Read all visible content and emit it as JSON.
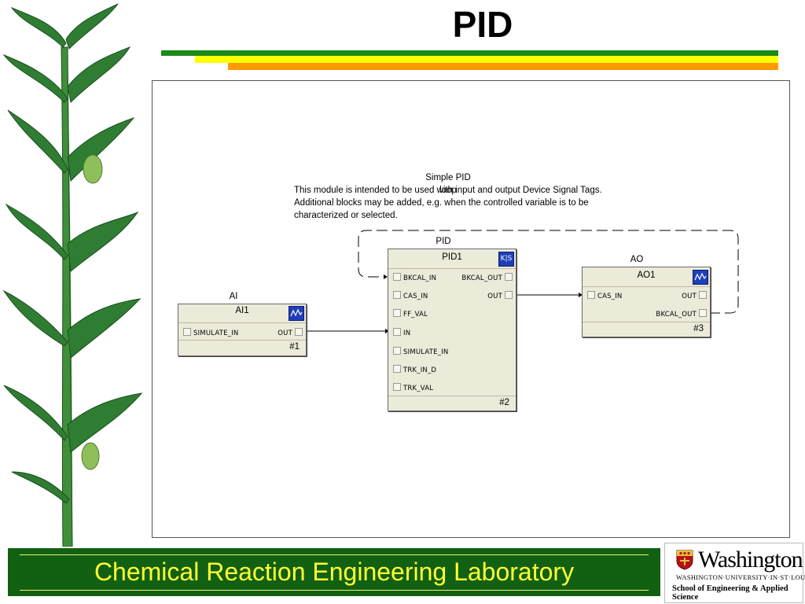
{
  "slide": {
    "title": "PID"
  },
  "diagram": {
    "note_title": "Simple PID loop",
    "note_body": "This module is intended to be used with input and output Device Signal Tags.\nAdditional blocks may be added, e.g. when the controlled variable is to be\ncharacterized or selected.",
    "blocks": {
      "ai": {
        "type_label": "AI",
        "name": "AI1",
        "number": "#1",
        "icon": "waveform-icon",
        "inputs": [
          "SIMULATE_IN"
        ],
        "outputs": [
          "OUT"
        ]
      },
      "pid": {
        "type_label": "PID",
        "name": "PID1",
        "number": "#2",
        "icon": "kp-icon",
        "icon_text": "K|S",
        "inputs": [
          "BKCAL_IN",
          "CAS_IN",
          "FF_VAL",
          "IN",
          "SIMULATE_IN",
          "TRK_IN_D",
          "TRK_VAL"
        ],
        "outputs": [
          "BKCAL_OUT",
          "OUT"
        ]
      },
      "ao": {
        "type_label": "AO",
        "name": "AO1",
        "number": "#3",
        "icon": "waveform-icon",
        "inputs": [
          "CAS_IN"
        ],
        "outputs": [
          "OUT",
          "BKCAL_OUT"
        ]
      }
    }
  },
  "footer": {
    "title": "Chemical Reaction Engineering Laboratory"
  },
  "logo": {
    "name": "Washington",
    "subtitle": "WASHINGTON·UNIVERSITY·IN·ST·LOUIS",
    "school": "School of Engineering & Applied Science"
  },
  "colors": {
    "footer_bg": "#126012",
    "footer_text": "#ffff33",
    "stripe_green": "#1a8a1a",
    "stripe_yellow": "#ffff00",
    "stripe_orange": "#ff9900",
    "block_bg": "#ecead9",
    "icon_blue": "#1f3fb8"
  }
}
